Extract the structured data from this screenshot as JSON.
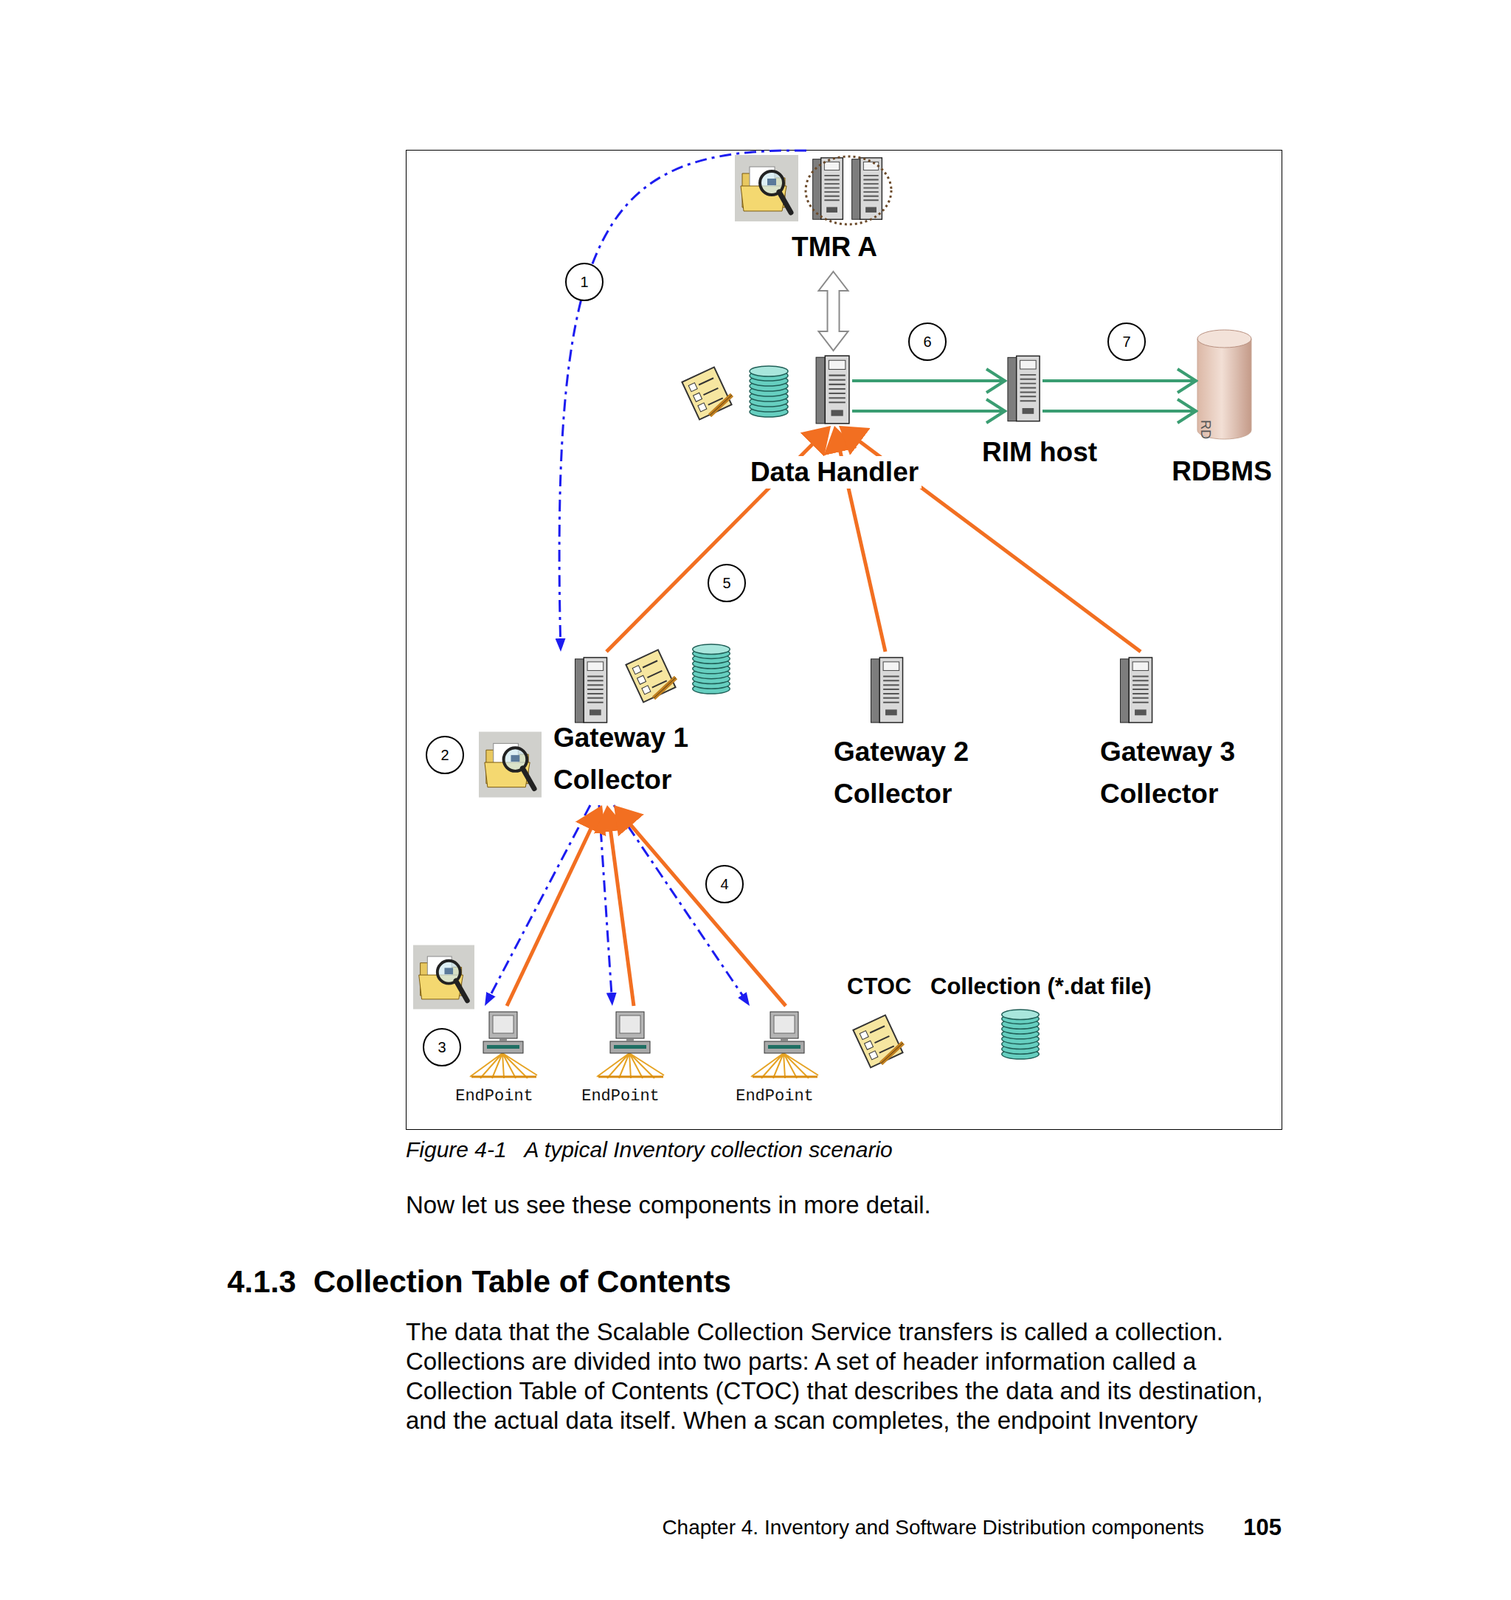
{
  "diagram": {
    "caption": "Figure 4-1   A typical Inventory collection scenario",
    "nodes": [
      {
        "text": [
          "TMR A"
        ]
      },
      {
        "text": [
          "Data Handler"
        ]
      },
      {
        "text": [
          "RIM host"
        ]
      },
      {
        "text": [
          "RDBMS"
        ]
      },
      {
        "text": [
          "Gateway 1 Collector"
        ]
      },
      {
        "text": [
          "Gateway 2 Collector"
        ]
      },
      {
        "text": [
          "Gateway 3 Collector"
        ]
      },
      {
        "text": [
          "EndPoint"
        ]
      },
      {
        "text": [
          "EndPoint"
        ]
      },
      {
        "text": [
          "EndPoint"
        ]
      }
    ],
    "edges": [
      {
        "from": 0,
        "to": 1,
        "arrow": "both"
      },
      {
        "from": 0,
        "to": 4,
        "arrow": "to"
      },
      {
        "from": 1,
        "to": 2,
        "arrow": "to"
      },
      {
        "from": 1,
        "to": 2,
        "arrow": "to"
      },
      {
        "from": 2,
        "to": 3,
        "arrow": "to"
      },
      {
        "from": 2,
        "to": 3,
        "arrow": "to"
      },
      {
        "from": 4,
        "to": 1,
        "arrow": "to"
      },
      {
        "from": 5,
        "to": 1,
        "arrow": "to"
      },
      {
        "from": 6,
        "to": 1,
        "arrow": "to"
      },
      {
        "from": 4,
        "to": 7,
        "arrow": "to"
      },
      {
        "from": 4,
        "to": 8,
        "arrow": "to"
      },
      {
        "from": 4,
        "to": 9,
        "arrow": "to"
      },
      {
        "from": 7,
        "to": 4,
        "arrow": "to"
      },
      {
        "from": 8,
        "to": 4,
        "arrow": "to"
      },
      {
        "from": 9,
        "to": 4,
        "arrow": "to"
      }
    ],
    "labels": [
      "1",
      "2",
      "3",
      "4",
      "5",
      "6",
      "7",
      "RD",
      "CTOC",
      "Collection (*.dat file)",
      "Now let us see these components in more detail.",
      "4.1.3  Collection Table of Contents",
      "The data that the Scalable Collection Service transfers is called a collection. Collections are divided into two parts: A set of header information called a Collection Table of Contents (CTOC) that describes the data and its destination, and the actual data itself. When a scan completes, the endpoint Inventory",
      "Chapter 4. Inventory and Software Distribution components",
      "105"
    ]
  }
}
